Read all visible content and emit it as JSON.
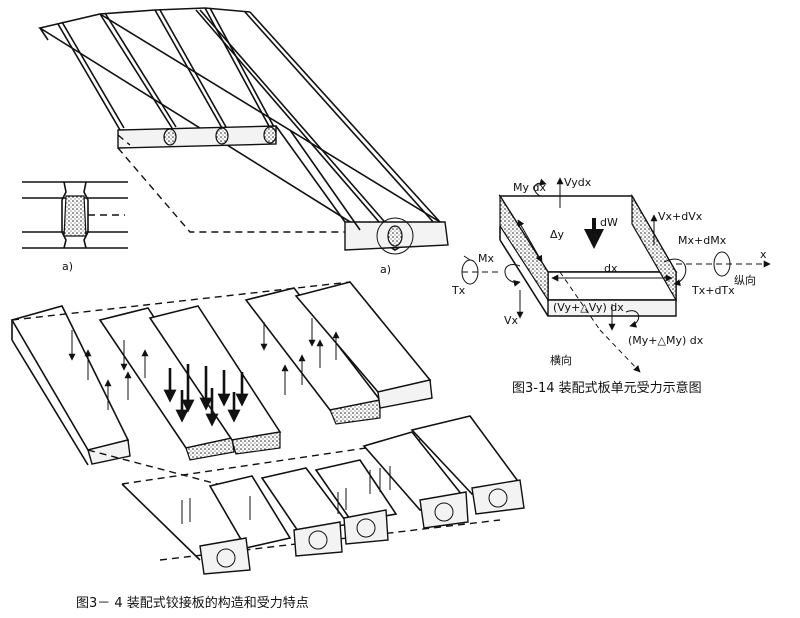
{
  "fig_a": {
    "label_left": "a)",
    "label_right": "a)"
  },
  "fig_3_14": {
    "labels": {
      "my_dx": "My dx",
      "vy_dx": "Vydx",
      "vx_dvx": "Vx+dVx",
      "dw": "dW",
      "delta_y": "Δy",
      "mx": "Mx",
      "mx_dmx": "Mx+dMx",
      "x_axis": "x",
      "dx": "dx",
      "tx": "Tx",
      "longitudinal": "纵向",
      "tx_dtx": "Tx+dTx",
      "vy_dvy": "(Vy+△Vy) dx",
      "vx": "Vx",
      "my_dmy": "(My+△My) dx",
      "transverse": "横向"
    },
    "caption": "图3-14 装配式板单元受力示意图"
  },
  "fig_3_4": {
    "caption": "图3－ 4 装配式铰接板的构造和受力特点"
  }
}
